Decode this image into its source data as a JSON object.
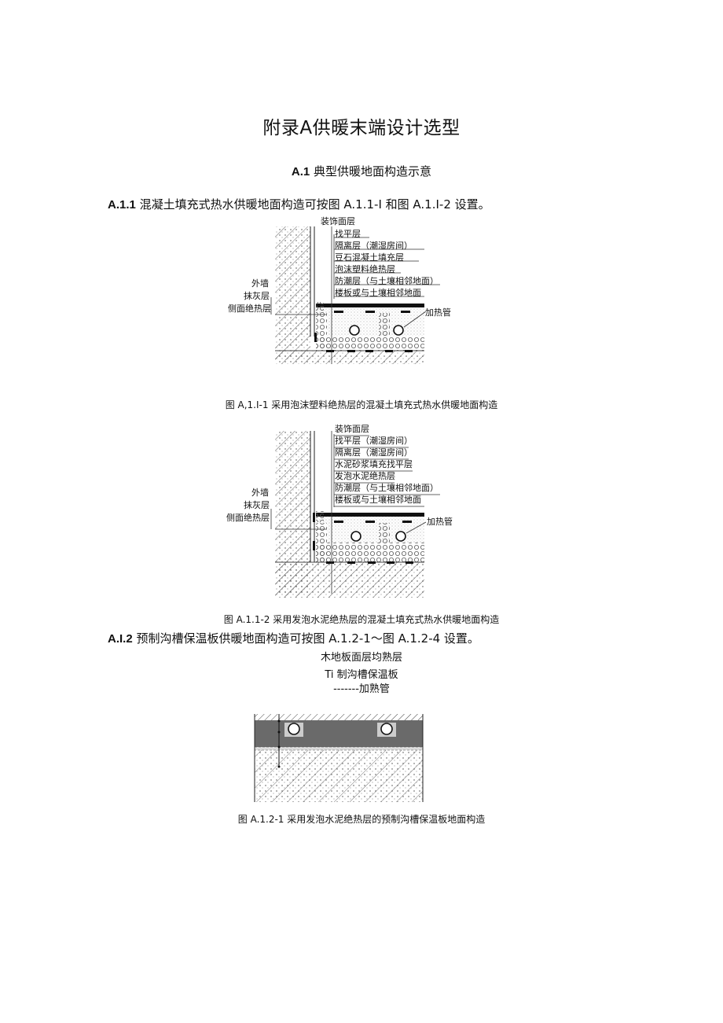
{
  "document": {
    "title": "附录A供暖末端设计选型",
    "section": {
      "number": "A.1",
      "text": "典型供暖地面构造示意"
    },
    "paragraph1": {
      "number": "A.1.1",
      "text": "混凝土填充式热水供暖地面构造可按图 A.1.1-I 和图 A.1.I-2 设置。"
    },
    "paragraph2": {
      "number": "A.I.2",
      "text": "预制沟槽保温板供暖地面构造可按图 A.1.2-1～图 A.1.2-4 设置。"
    }
  },
  "figure1": {
    "caption": "图 A,1.I-1 采用泡沫塑料绝热层的混凝土填充式热水供暖地面构造",
    "layers": [
      "装饰面层",
      "找平层",
      "隔离层（潮湿房间）",
      "豆石混凝土填充层",
      "泡沫塑料绝热层",
      "防潮层（与土壤相邻地面）",
      "楼板或与土壤相邻地面"
    ],
    "left_labels": [
      "外墙",
      "抹灰层",
      "侧面绝热层"
    ],
    "pipe_label": "加热管"
  },
  "figure2": {
    "caption": "图 A.1.1-2 采用发泡水泥绝热层的混凝土填充式热水供暖地面构造",
    "layers": [
      "装饰面层",
      "找平层（潮湿房间）",
      "隔离层（潮湿房间）",
      "水泥砂浆填充找平层",
      "发泡水泥绝热层",
      "防潮层（与土壤相邻地面）",
      "楼板或与土壤相邻地面"
    ],
    "left_labels": [
      "外墙",
      "抹灰层",
      "侧面绝热层"
    ],
    "pipe_label": "加热管"
  },
  "figure3": {
    "caption": "图 A.1.2-1 采用发泡水泥绝热层的预制沟槽保温板地面构造",
    "labels": [
      "木地板面层均熟层",
      "Ti 制沟槽保温板",
      "-------加熟管"
    ]
  }
}
